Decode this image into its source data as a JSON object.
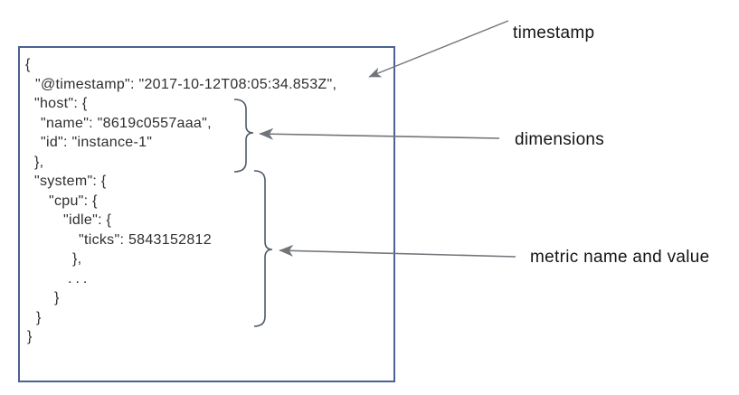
{
  "colors": {
    "box_border": "#4a6191",
    "code_text": "#2e2e2e",
    "label_text": "#141414",
    "arrow": "#70757a",
    "brace": "#4e5a68"
  },
  "document": {
    "lines": [
      {
        "text": "{",
        "indent": 6
      },
      {
        "text": "\"@timestamp\": \"2017-10-12T08:05:34.853Z\",",
        "indent": 17
      },
      {
        "text": "\"host\": {",
        "indent": 16
      },
      {
        "text": "\"name\": \"8619c0557aaa\",",
        "indent": 23
      },
      {
        "text": "\"id\": \"instance-1\"",
        "indent": 23
      },
      {
        "text": "},",
        "indent": 16
      },
      {
        "text": "\"system\": {",
        "indent": 16
      },
      {
        "text": "\"cpu\": {",
        "indent": 32
      },
      {
        "text": "\"idle\": {",
        "indent": 48
      },
      {
        "text": "\"ticks\": 5843152812",
        "indent": 65
      },
      {
        "text": "},",
        "indent": 58
      },
      {
        "text": "...",
        "indent": 53
      },
      {
        "text": "}",
        "indent": 38
      },
      {
        "text": "}",
        "indent": 18
      },
      {
        "text": "}",
        "indent": 8
      }
    ]
  },
  "annotations": {
    "timestamp": {
      "label": "timestamp"
    },
    "dimensions": {
      "label": "dimensions"
    },
    "metric": {
      "label": "metric name and value"
    }
  }
}
